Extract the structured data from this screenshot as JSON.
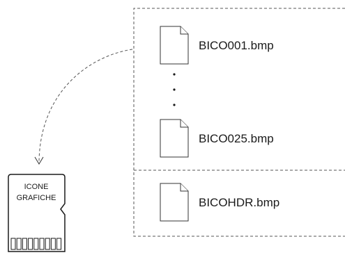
{
  "files": {
    "first": "BICO001.bmp",
    "last": "BICO025.bmp",
    "header": "BICOHDR.bmp"
  },
  "sd_card": {
    "line1": "ICONE",
    "line2": "GRAFICHE"
  },
  "icons": {
    "file": "document-icon",
    "card": "sd-card-icon",
    "arrow": "curved-dashed-arrow"
  }
}
